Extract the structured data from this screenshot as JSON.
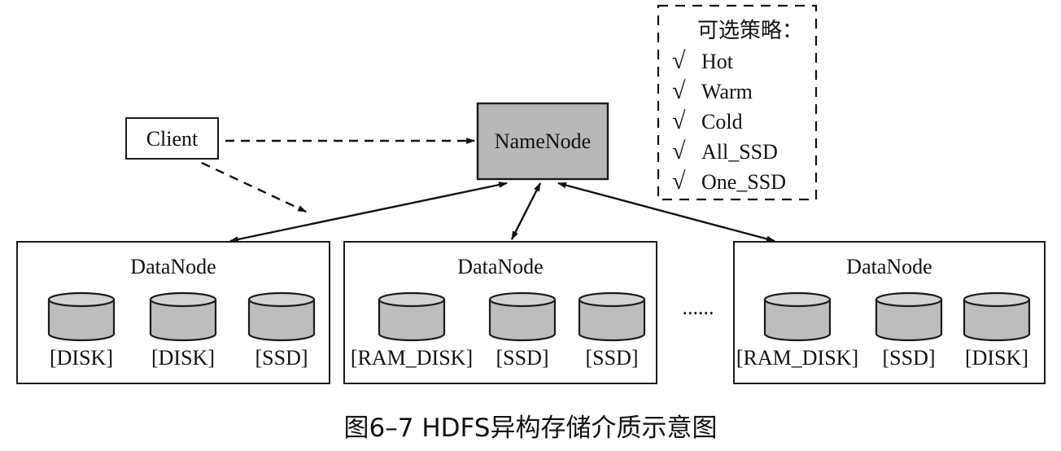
{
  "client": {
    "label": "Client"
  },
  "namenode": {
    "label": "NameNode"
  },
  "policy": {
    "title": "可选策略：",
    "check_glyph": "√",
    "items": [
      "Hot",
      "Warm",
      "Cold",
      "All_SSD",
      "One_SSD"
    ]
  },
  "datanodes": [
    {
      "label": "DataNode",
      "disks": [
        "[DISK]",
        "[DISK]",
        "[SSD]"
      ]
    },
    {
      "label": "DataNode",
      "disks": [
        "[RAM_DISK]",
        "[SSD]",
        "[SSD]"
      ]
    },
    {
      "label": "DataNode",
      "disks": [
        "[RAM_DISK]",
        "[SSD]",
        "[DISK]"
      ]
    }
  ],
  "ellipsis": "......",
  "caption": "图6–7 HDFS异构存储介质示意图",
  "colors": {
    "namenode_fill": "#b8b8b8",
    "disk_fill": "#bdbdbd",
    "line": "#111111"
  }
}
